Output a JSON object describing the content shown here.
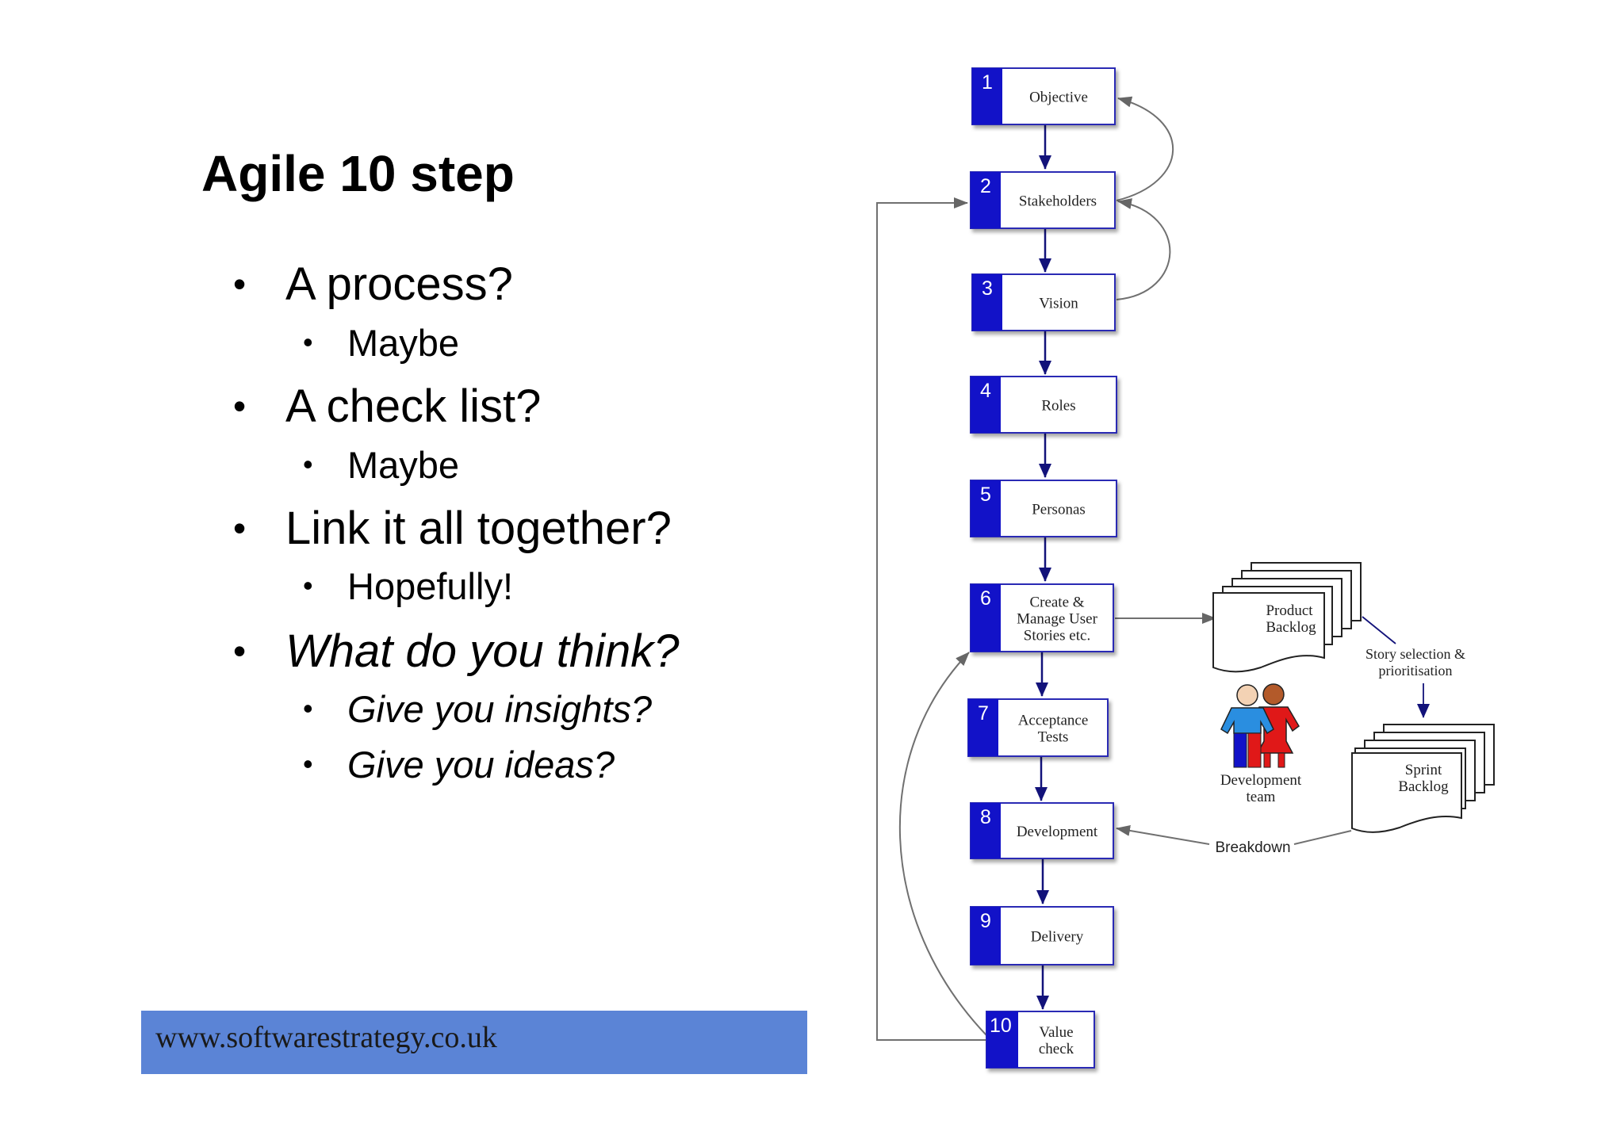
{
  "slide": {
    "title": "Agile 10 step",
    "bullets": [
      {
        "text": "A process?",
        "italic": false,
        "sub": [
          "Maybe"
        ]
      },
      {
        "text": "A check list?",
        "italic": false,
        "sub": [
          "Maybe"
        ]
      },
      {
        "text": "Link it all together?",
        "italic": false,
        "sub": [
          "Hopefully!"
        ]
      },
      {
        "text": "What do you think?",
        "italic": true,
        "sub": [
          "Give you insights?",
          "Give you ideas?"
        ]
      }
    ],
    "bullet_glyph": "•",
    "footer_url": "www.softwarestrategy.co.uk"
  },
  "diagram": {
    "steps": [
      {
        "num": "1",
        "lines": [
          "Objective"
        ]
      },
      {
        "num": "2",
        "lines": [
          "Stakeholders"
        ]
      },
      {
        "num": "3",
        "lines": [
          "Vision"
        ]
      },
      {
        "num": "4",
        "lines": [
          "Roles"
        ]
      },
      {
        "num": "5",
        "lines": [
          "Personas"
        ]
      },
      {
        "num": "6",
        "lines": [
          "Create &",
          "Manage User",
          "Stories etc."
        ]
      },
      {
        "num": "7",
        "lines": [
          "Acceptance",
          "Tests"
        ]
      },
      {
        "num": "8",
        "lines": [
          "Development"
        ]
      },
      {
        "num": "9",
        "lines": [
          "Delivery"
        ]
      },
      {
        "num": "10",
        "lines": [
          "Value",
          "check"
        ]
      }
    ],
    "product_backlog": [
      "Product",
      "Backlog"
    ],
    "sprint_backlog": [
      "Sprint",
      "Backlog"
    ],
    "story_selection": [
      "Story selection &",
      "prioritisation"
    ],
    "dev_team": [
      "Development",
      "team"
    ],
    "breakdown": "Breakdown",
    "colors": {
      "number_tab": "#1212c8",
      "box_border": "#2a2ab4",
      "flow_arrow": "#12127a",
      "loop_arrow": "#707070",
      "footer": "#5b84d6",
      "person_blue": "#2a8ee0",
      "person_red": "#e01818"
    }
  }
}
